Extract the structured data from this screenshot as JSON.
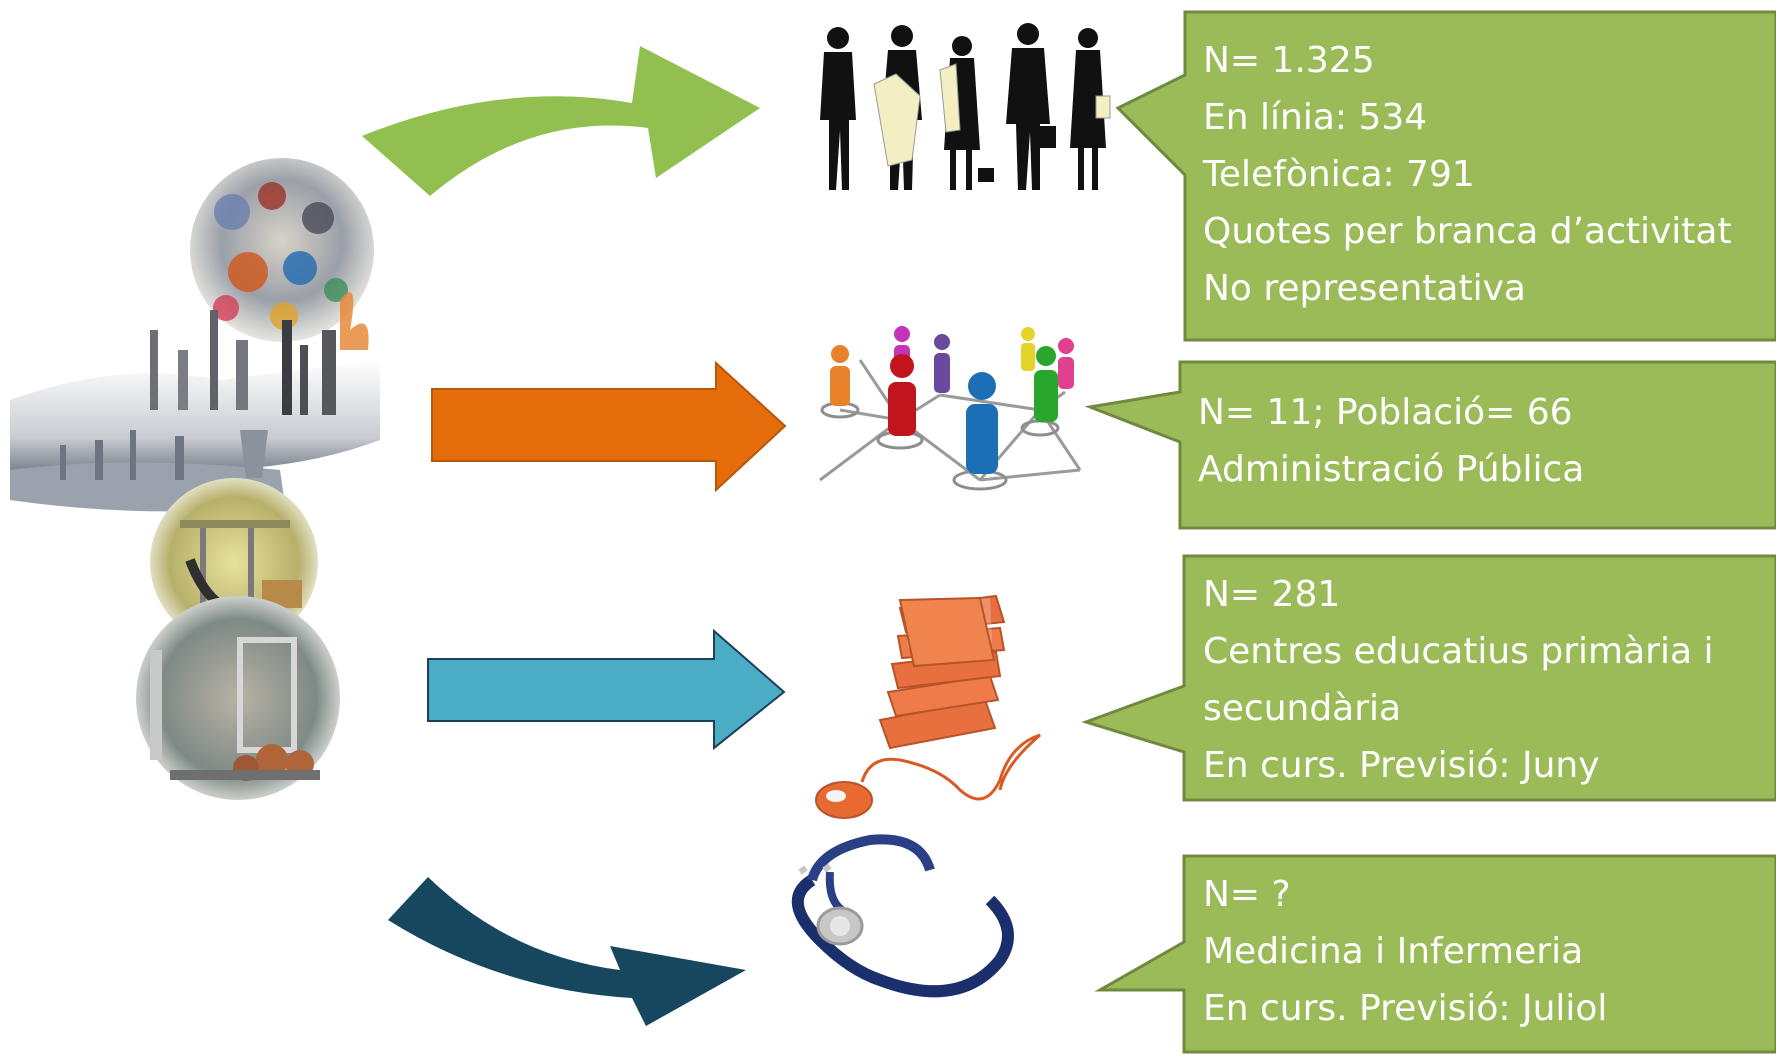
{
  "callouts": [
    {
      "id": "workers",
      "lines": [
        "N= 1.325",
        "En línia: 534",
        "Telefònica: 791",
        "Quotes per branca d’activitat",
        "No representativa"
      ]
    },
    {
      "id": "public-admin",
      "lines": [
        "N= 11; Població= 66",
        "Administració Pública"
      ]
    },
    {
      "id": "schools",
      "lines": [
        "N= 281",
        "Centres educatius primària i",
        "secundària",
        "En curs. Previsió: Juny"
      ]
    },
    {
      "id": "health",
      "lines": [
        "N= ?",
        "Medicina i Infermeria",
        "En curs. Previsió: Juliol"
      ]
    }
  ],
  "colors": {
    "callout_fill": "#9bbb59",
    "callout_border": "#71893f",
    "arrow_1": "#92c050",
    "arrow_2": "#e46c0a",
    "arrow_3": "#4bacc6",
    "arrow_4": "#17475e"
  },
  "icons": [
    "industry-collage",
    "businesspeople-icon",
    "people-network-icon",
    "books-mouse-icon",
    "stethoscope-icon"
  ]
}
